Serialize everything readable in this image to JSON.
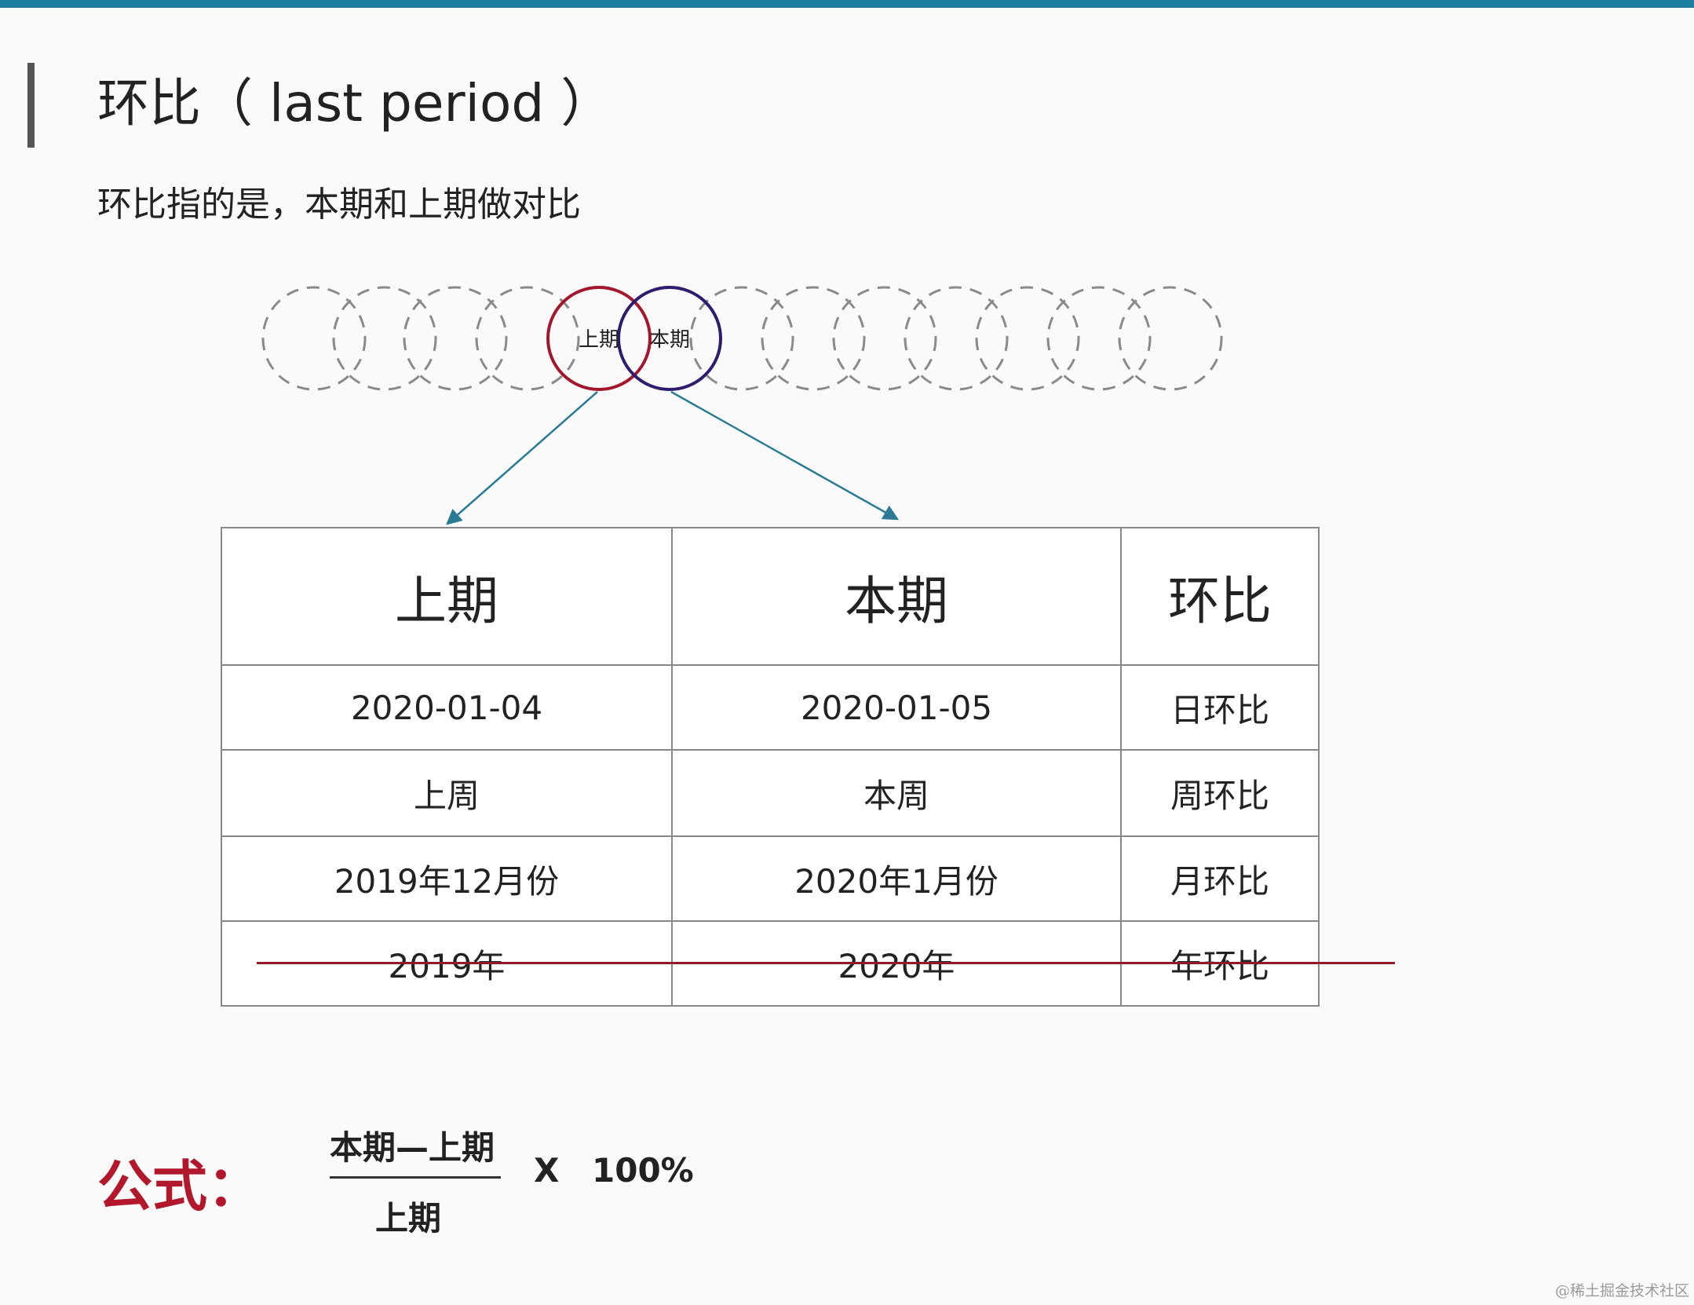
{
  "slide": {
    "title": "环比（ last period ）",
    "subtitle": "环比指的是，本期和上期做对比"
  },
  "diagram": {
    "prev_label": "上期",
    "curr_label": "本期",
    "prev_color": "#a3172d",
    "curr_color": "#2f1c6e",
    "dashed_color": "#8a8a8a",
    "arrow_color": "#2a7a94"
  },
  "table": {
    "headers": [
      "上期",
      "本期",
      "环比"
    ],
    "rows": [
      [
        "2020-01-04",
        "2020-01-05",
        "日环比"
      ],
      [
        "上周",
        "本周",
        "周环比"
      ],
      [
        "2019年12月份",
        "2020年1月份",
        "月环比"
      ],
      [
        "2019年",
        "2020年",
        "年环比"
      ]
    ],
    "struck_row": 4
  },
  "formula": {
    "label": "公式：",
    "numerator": "本期—上期",
    "denominator": "上期",
    "times": "X",
    "percent": "100%"
  },
  "watermark": "@稀土掘金技术社区"
}
